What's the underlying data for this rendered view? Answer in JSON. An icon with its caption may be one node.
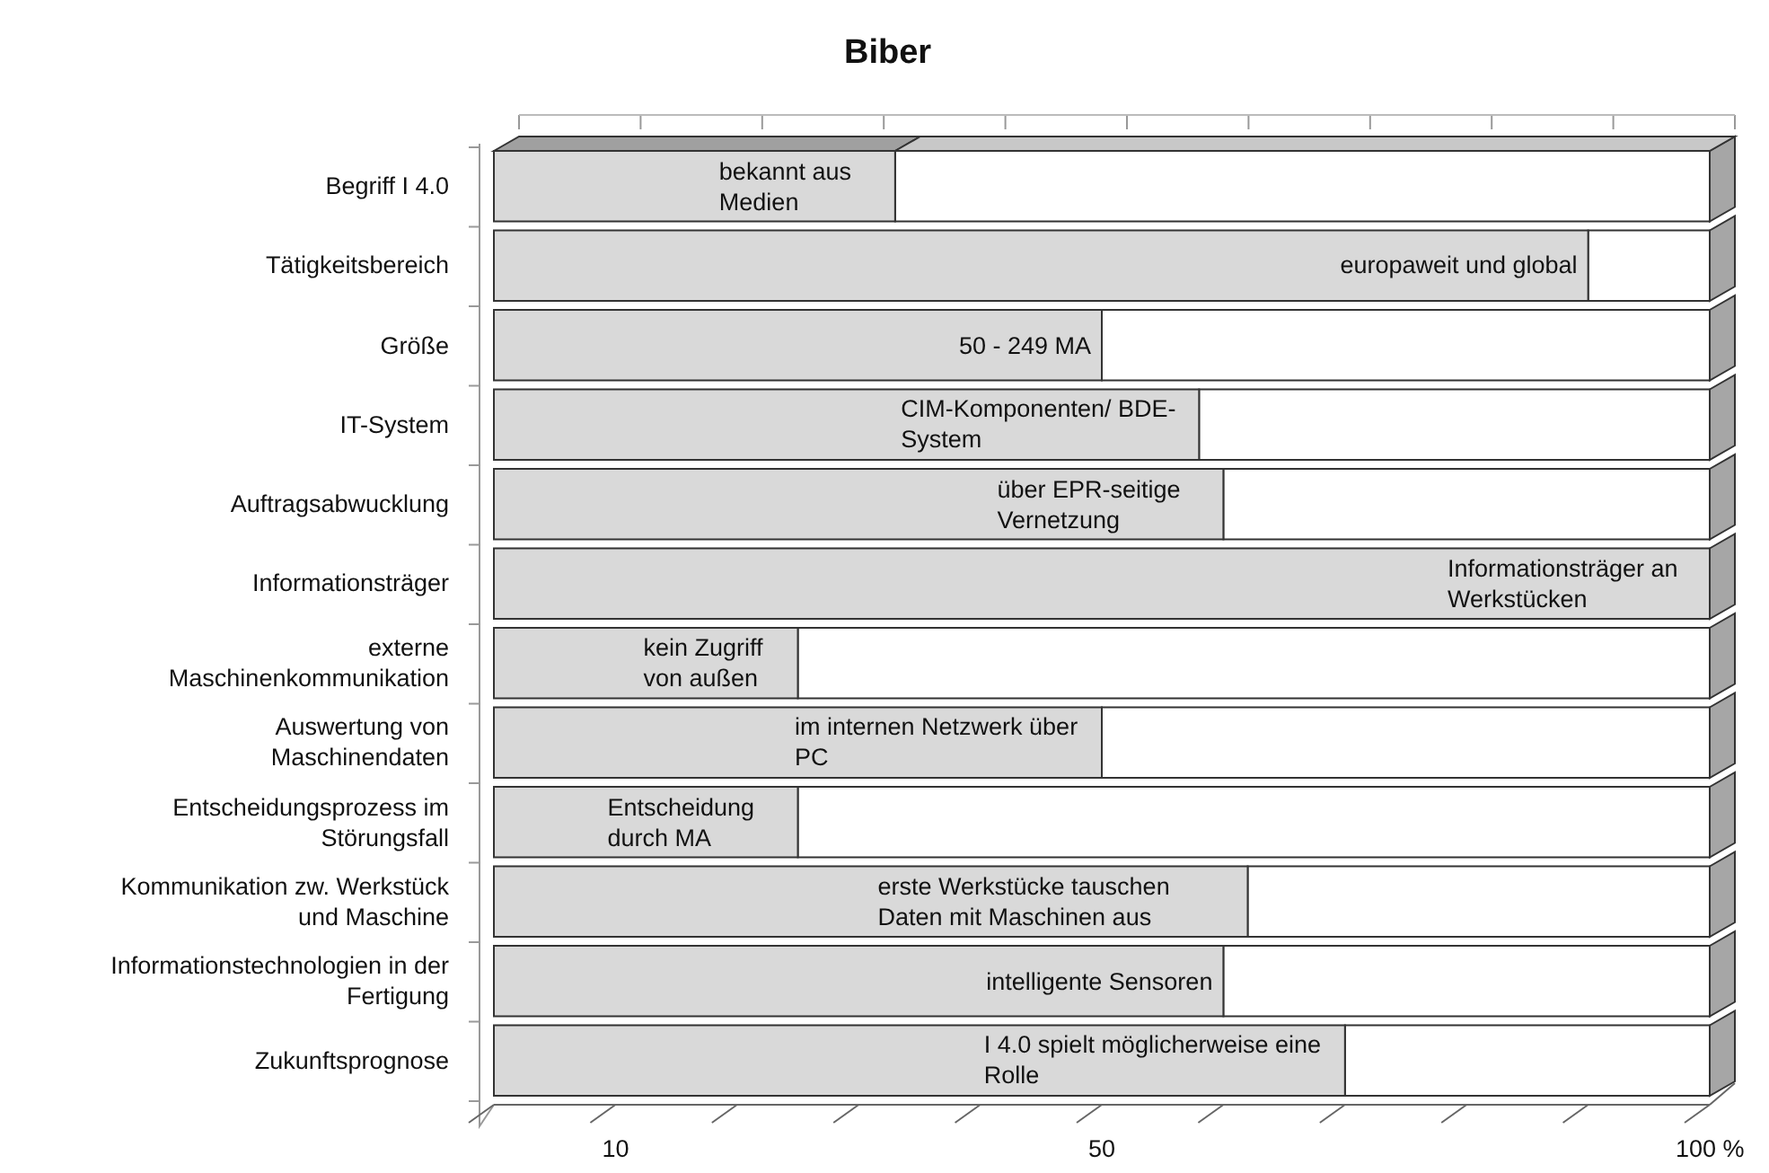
{
  "diagram": {
    "title": "Biber",
    "chart_data": {
      "type": "bar",
      "orientation": "horizontal",
      "categories": [
        "Begriff I 4.0",
        "Tätigkeitsbereich",
        "Größe",
        "IT-System",
        "Auftragsabwucklung",
        "Informationsträger",
        "externe Maschinenkommunikation",
        "Auswertung von Maschinendaten",
        "Entscheidungsprozess im Störungsfall",
        "Kommunikation zw. Werkstück und Maschine",
        "Informationstechnologien in der Fertigung",
        "Zukunftsprognose"
      ],
      "values": [
        33,
        90,
        50,
        58,
        60,
        100,
        25,
        50,
        25,
        62,
        60,
        70
      ],
      "value_labels": [
        "bekannt aus Medien",
        "europaweit und global",
        "50 - 249 MA",
        "CIM-Komponenten/ BDE-System",
        "über EPR-seitige Vernetzung",
        "Informationsträger an Werkstücken",
        "kein Zugriff von außen",
        "im internen Netzwerk über PC",
        "Entscheidung durch MA",
        "erste Werkstücke tauschen Daten mit Maschinen aus",
        "intelligente Sensoren",
        "I 4.0 spielt möglicherweise eine Rolle"
      ],
      "xlim": [
        0,
        100
      ],
      "xticks": [
        {
          "value": 10,
          "label": "10"
        },
        {
          "value": 50,
          "label": "50"
        },
        {
          "value": 100,
          "label": "100 %"
        }
      ]
    }
  }
}
